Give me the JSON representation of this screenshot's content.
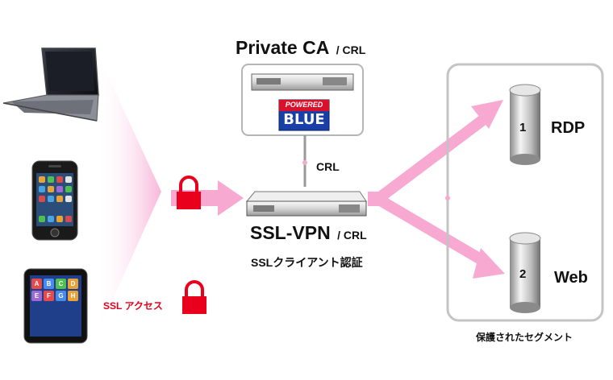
{
  "ca": {
    "title": "Private CA",
    "suffix": "/ CRL",
    "logo_top": "POWERED",
    "logo_bottom": "BLUE"
  },
  "crl_link": "CRL",
  "vpn": {
    "title": "SSL-VPN",
    "suffix": "/ CRL",
    "subtitle": "SSLクライアント認証"
  },
  "ssl_access": "SSL アクセス",
  "servers": [
    {
      "number": "1",
      "label": "RDP"
    },
    {
      "number": "2",
      "label": "Web"
    }
  ],
  "segment_label": "保護されたセグメント",
  "ipad_apps": [
    "A",
    "B",
    "C",
    "D",
    "E",
    "F",
    "G",
    "H"
  ],
  "colors": {
    "pink": "#f7a9d2",
    "lock_red": "#e8001c",
    "logo_blue": "#1a3fa8"
  }
}
